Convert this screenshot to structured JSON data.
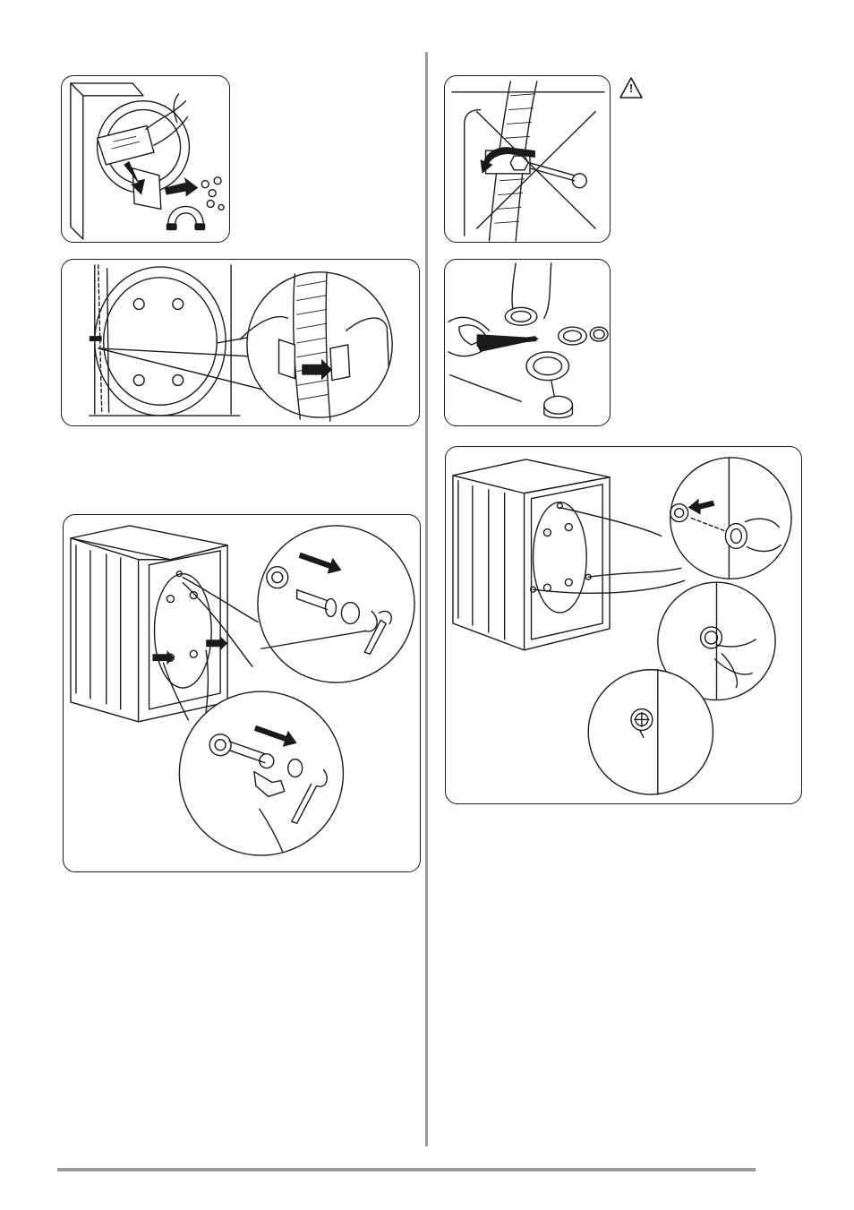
{
  "page": {
    "warning_symbol": "!",
    "warning_icon": "warning-triangle-icon",
    "figures": [
      {
        "id": "remove-transit-bag",
        "icon": "washing-machine-drum-icon"
      },
      {
        "id": "release-hose-clips",
        "icon": "hose-clip-icon"
      },
      {
        "id": "do-not-loosen-hose",
        "icon": "crossed-out-wrench-icon"
      },
      {
        "id": "cut-plastic-caps",
        "icon": "scissors-icon"
      },
      {
        "id": "unscrew-transit-bolts",
        "icon": "wrench-icon"
      },
      {
        "id": "insert-plastic-caps",
        "icon": "plug-cap-icon"
      }
    ]
  },
  "colors": {
    "line": "#1a1a1a",
    "rule": "#9a9a9a",
    "background": "#ffffff"
  }
}
